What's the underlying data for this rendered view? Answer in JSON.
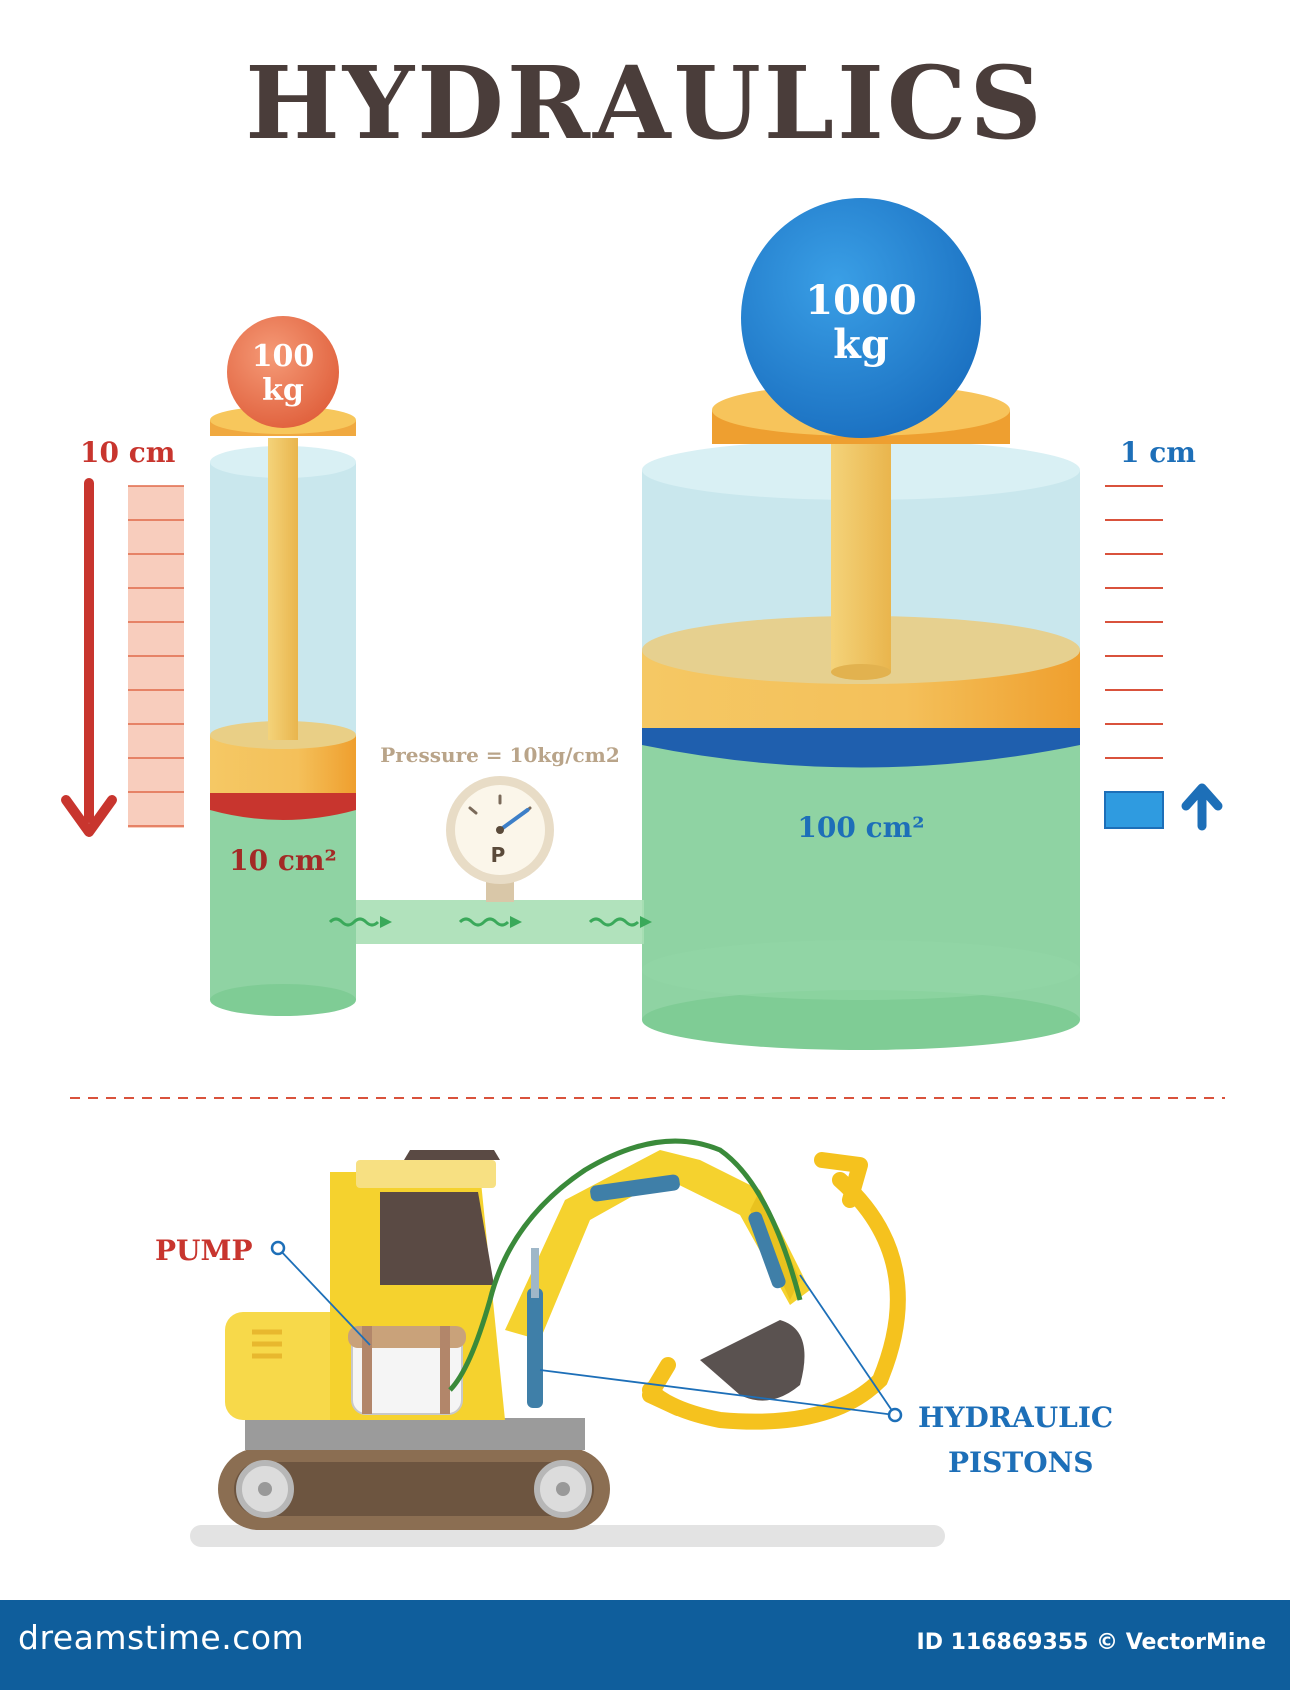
{
  "title": "HYDRAULICS",
  "left_cylinder": {
    "mass_number": "100",
    "mass_unit": "kg",
    "stroke_label": "10 cm",
    "area_label": "10 cm²"
  },
  "right_cylinder": {
    "mass_number": "1000",
    "mass_unit": "kg",
    "stroke_label": "1 cm",
    "area_label": "100 cm²"
  },
  "gauge": {
    "pressure_label": "Pressure = 10kg/cm2",
    "dial_letter": "P",
    "needle_level": 0.7
  },
  "excavator": {
    "pump_label": "PUMP",
    "pistons_label_line1": "HYDRAULIC",
    "pistons_label_line2": "PISTONS"
  },
  "footer": {
    "site": "dreamstime.com",
    "credit": "ID 116869355 © VectorMine"
  },
  "colors": {
    "title": "#4a3d3a",
    "red": "#c8352e",
    "blue": "#1d6fb8",
    "brown_label": "#b9a489",
    "fluid_green": "#7fcc95",
    "glass_blue": "#bfe3ea",
    "piston_gold": "#f2b84b",
    "excavator_yellow": "#f5d22e",
    "footer_bg": "#0f5e9c"
  }
}
